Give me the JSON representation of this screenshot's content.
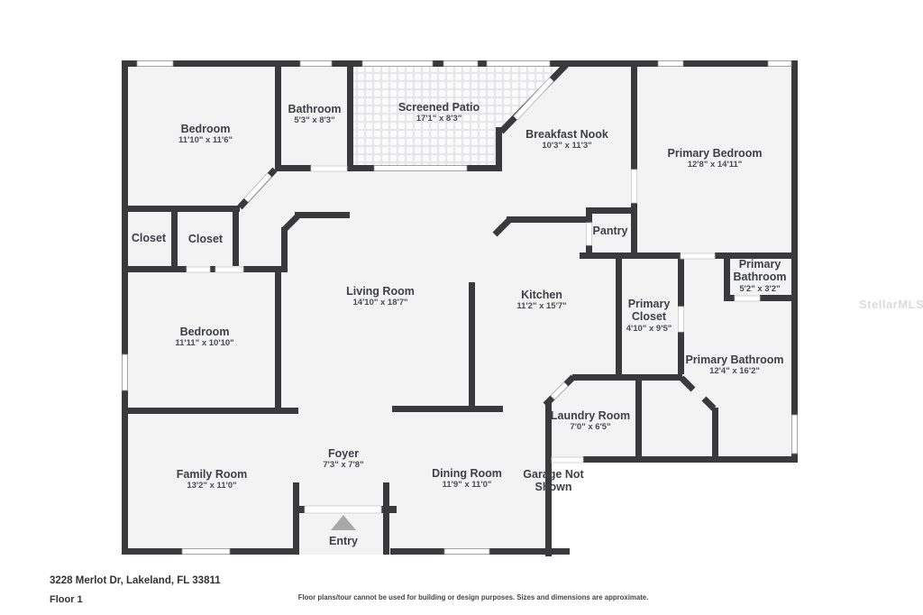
{
  "watermark": "StellarMLS",
  "rooms": {
    "bedroom1": {
      "label": "Bedroom",
      "dims": "11'10\" x 11'6\""
    },
    "bathroom": {
      "label": "Bathroom",
      "dims": "5'3\" x 8'3\""
    },
    "screened_patio": {
      "label": "Screened Patio",
      "dims": "17'1\" x 8'3\""
    },
    "breakfast_nook": {
      "label": "Breakfast Nook",
      "dims": "10'3\" x 11'3\""
    },
    "primary_bedroom": {
      "label": "Primary Bedroom",
      "dims": "12'8\" x 14'11\""
    },
    "closet1": {
      "label": "Closet"
    },
    "closet2": {
      "label": "Closet"
    },
    "living_room": {
      "label": "Living Room",
      "dims": "14'10\" x 18'7\""
    },
    "kitchen": {
      "label": "Kitchen",
      "dims": "11'2\" x 15'7\""
    },
    "pantry": {
      "label": "Pantry"
    },
    "primary_bathroom_small": {
      "label": "Primary Bathroom",
      "dims": "5'2\" x 3'2\""
    },
    "primary_closet": {
      "label": "Primary Closet",
      "dims": "4'10\" x 9'5\""
    },
    "bedroom2": {
      "label": "Bedroom",
      "dims": "11'11\" x 10'10\""
    },
    "primary_bathroom": {
      "label": "Primary Bathroom",
      "dims": "12'4\" x 16'2\""
    },
    "laundry_room": {
      "label": "Laundry Room",
      "dims": "7'0\" x 6'5\""
    },
    "family_room": {
      "label": "Family Room",
      "dims": "13'2\" x 11'0\""
    },
    "foyer": {
      "label": "Foyer",
      "dims": "7'3\" x 7'8\""
    },
    "dining_room": {
      "label": "Dining Room",
      "dims": "11'9\" x 11'0\""
    },
    "garage_note": {
      "label": "Garage Not Shown"
    },
    "entry": {
      "label": "Entry"
    }
  },
  "footer": {
    "address": "3228 Merlot Dr, Lakeland, FL 33811",
    "floor": "Floor 1",
    "disclaimer": "Floor plans/tour cannot be used for building or design purposes. Sizes and dimensions are approximate."
  },
  "colors": {
    "wall": "#3a3a3c",
    "floor": "#f3f3f4",
    "label_text": "#3e4045",
    "entry_arrow": "#a8a8a8"
  }
}
